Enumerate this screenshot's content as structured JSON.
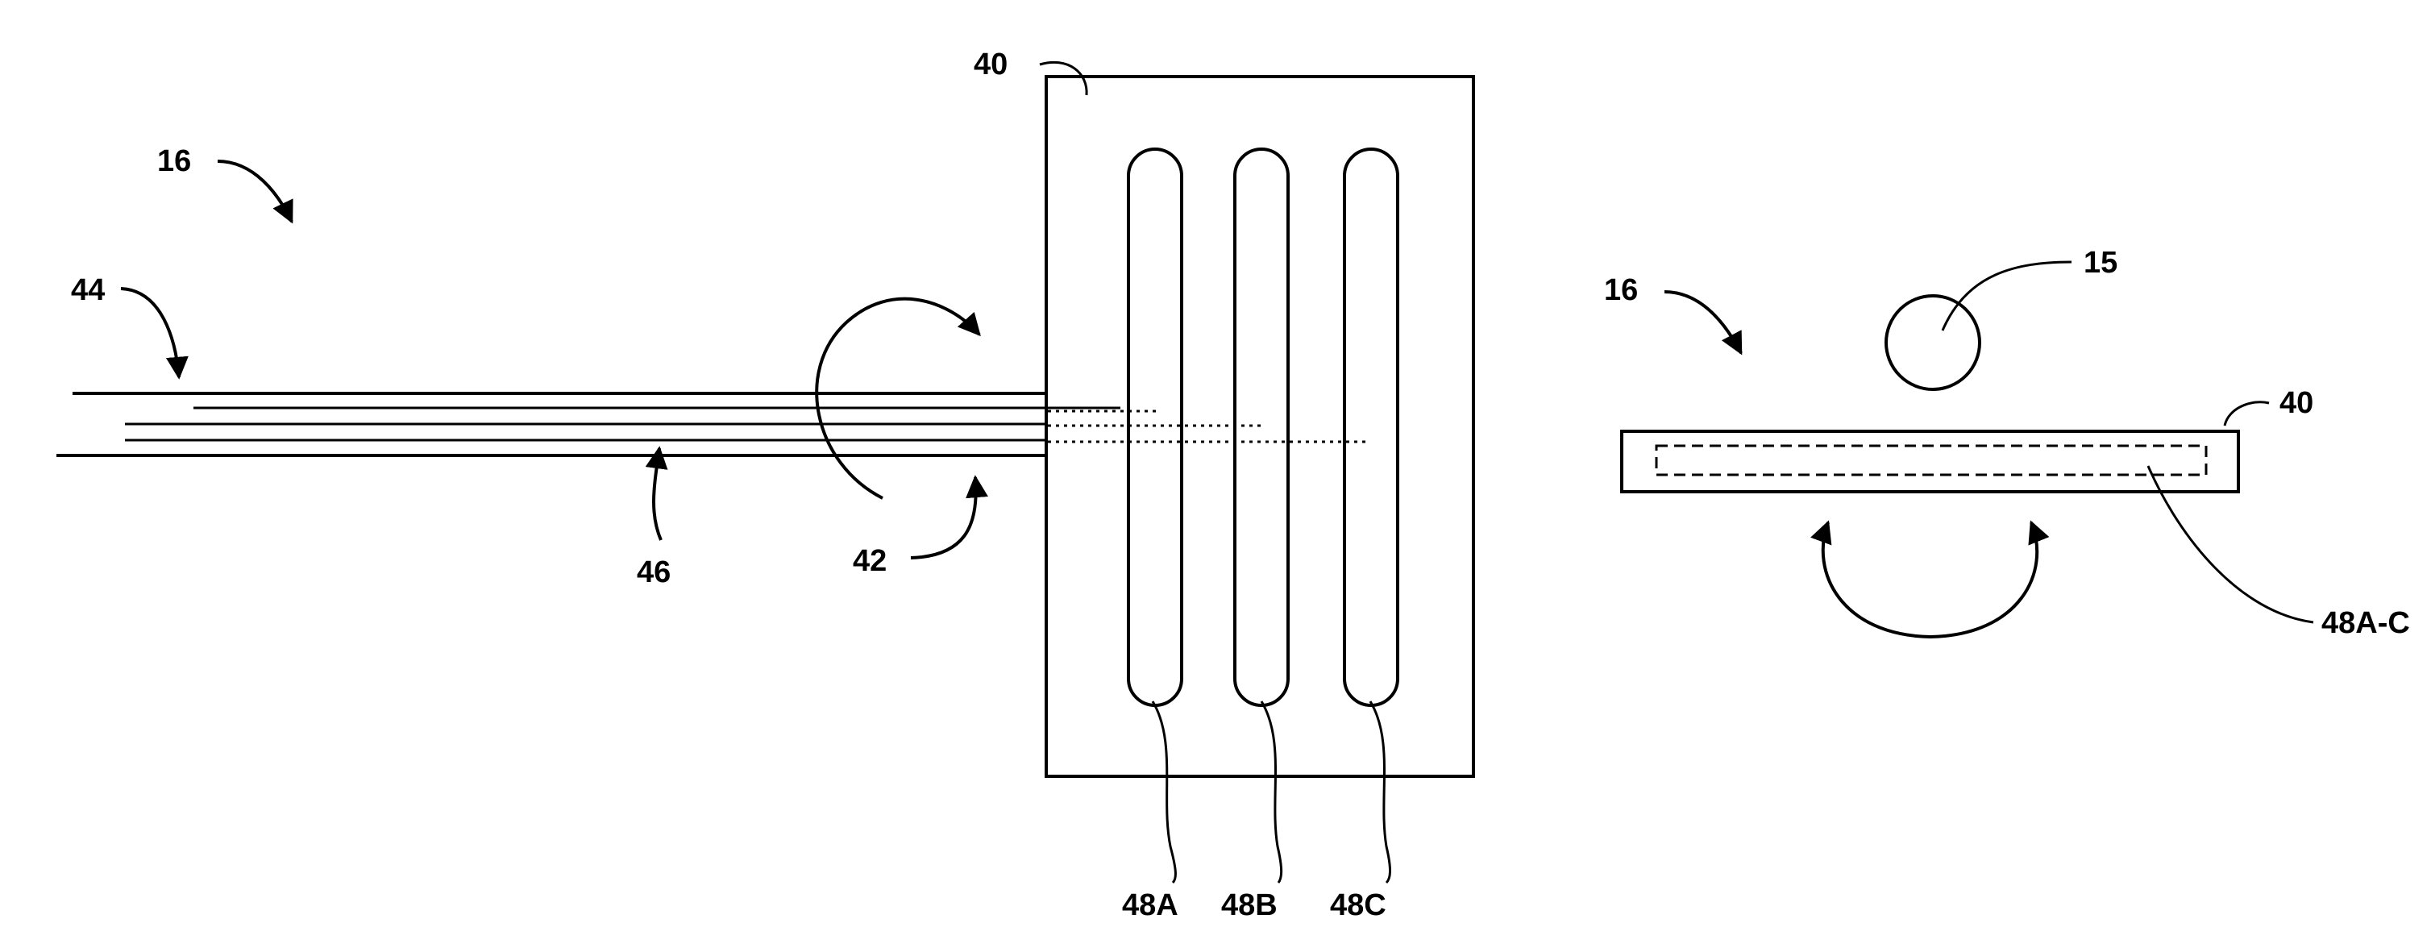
{
  "labels": {
    "assembly_left": "16",
    "pad_front": "40",
    "lead_body": "44",
    "inner_conductors": "46",
    "lead_rotation": "42",
    "electrode_a": "48A",
    "electrode_b": "48B",
    "electrode_c": "48C",
    "assembly_right": "16",
    "target": "15",
    "pad_side": "40",
    "electrodes_side": "48A-C"
  },
  "colors": {
    "ink": "#000000",
    "background": "#ffffff"
  }
}
